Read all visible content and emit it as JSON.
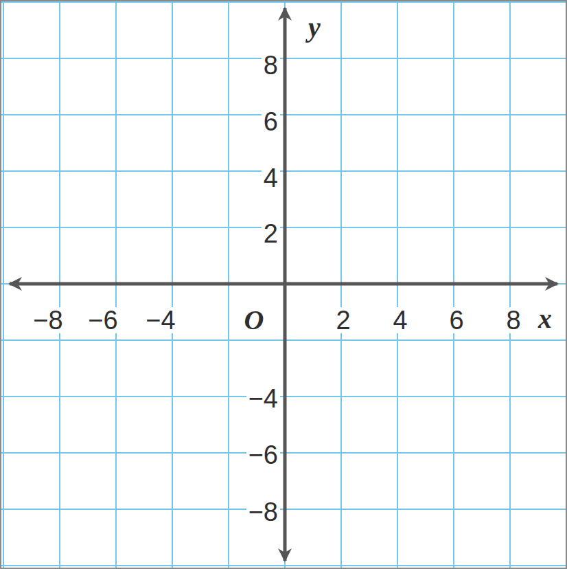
{
  "diagram": {
    "labels": [
      "y",
      "8",
      "6",
      "4",
      "2",
      "−8",
      "−6",
      "−4",
      "O",
      "2",
      "4",
      "6",
      "8",
      "x",
      "−4",
      "−6",
      "−8"
    ]
  }
}
